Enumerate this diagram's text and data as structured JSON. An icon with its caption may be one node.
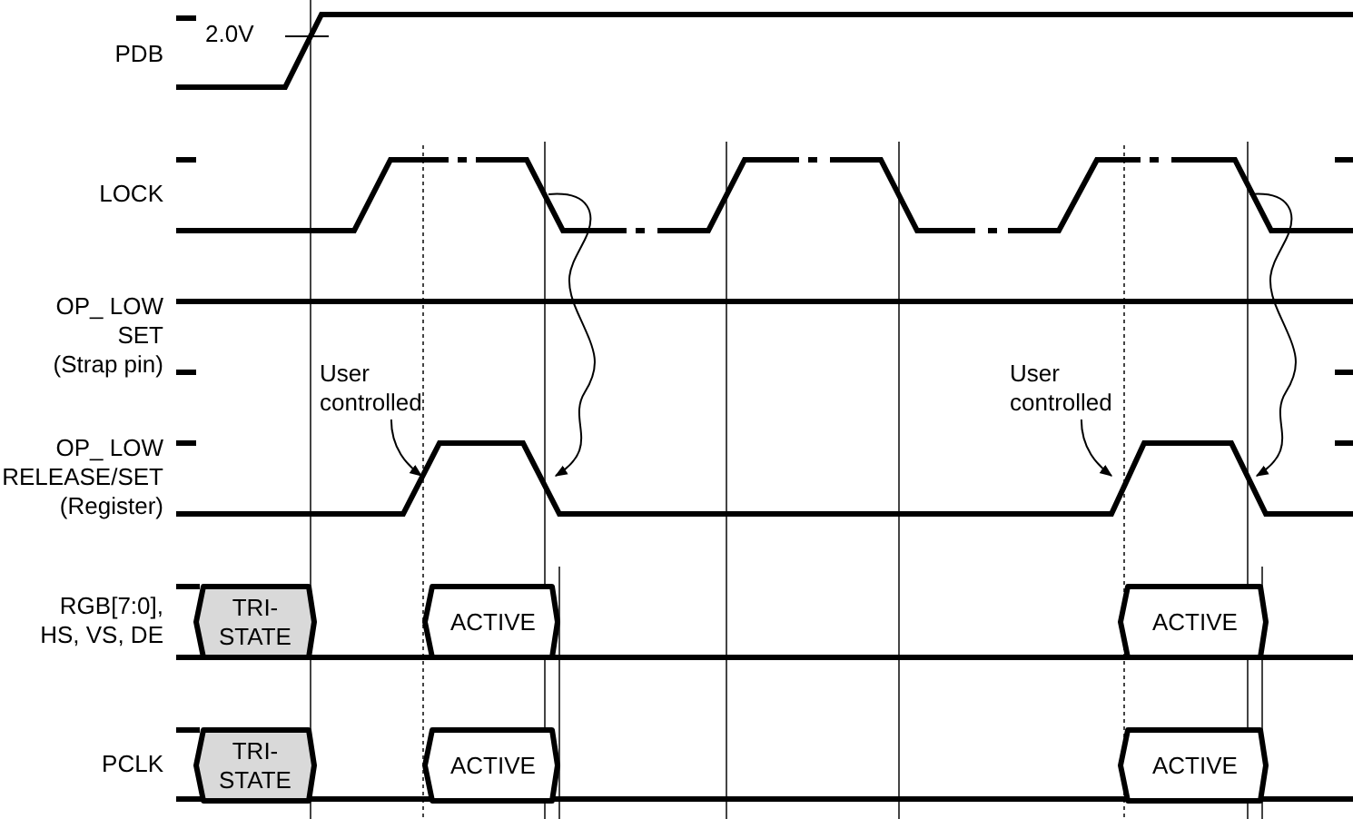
{
  "diagram": {
    "nodes": [
      {
        "text": [
          "User controlled"
        ]
      },
      {
        "text": [
          "User controlled"
        ]
      },
      {
        "text": [
          "TRI- STATE"
        ]
      },
      {
        "text": [
          "ACTIVE"
        ]
      },
      {
        "text": [
          "ACTIVE"
        ]
      },
      {
        "text": [
          "TRI- STATE"
        ]
      },
      {
        "text": [
          "ACTIVE"
        ]
      },
      {
        "text": [
          "ACTIVE"
        ]
      }
    ],
    "edges": [
      {
        "from": 0,
        "to": null,
        "arrow": "to"
      },
      {
        "from": 1,
        "to": null,
        "arrow": "to"
      }
    ],
    "labels": [
      "PDB",
      "2.0V",
      "LOCK",
      "OP_ LOW SET (Strap pin)",
      "OP_ LOW RELEASE/SET (Register)",
      "RGB[7:0], HS, VS, DE",
      "PCLK"
    ]
  }
}
